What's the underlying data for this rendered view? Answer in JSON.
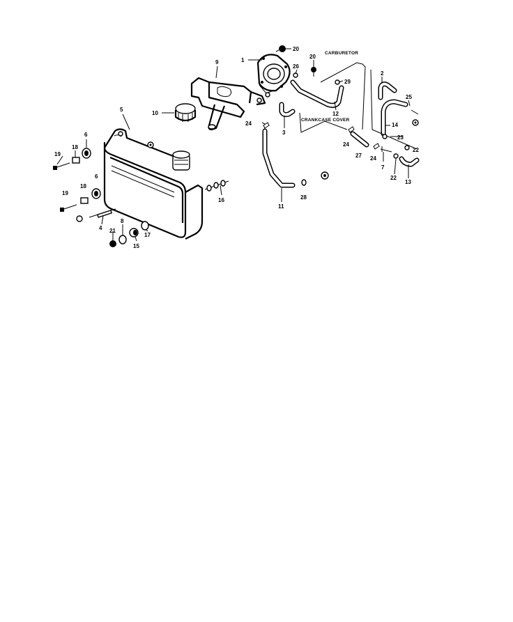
{
  "annotations": {
    "carburetor": "CARBURETOR",
    "crankcase_cover": "CRANKCASE COVER"
  },
  "callouts": [
    "1",
    "2",
    "3",
    "4",
    "5",
    "6",
    "7",
    "8",
    "9",
    "10",
    "11",
    "12",
    "13",
    "14",
    "15",
    "16",
    "17",
    "18",
    "19",
    "20",
    "21",
    "22",
    "23",
    "24",
    "25",
    "26",
    "27",
    "28",
    "29"
  ]
}
